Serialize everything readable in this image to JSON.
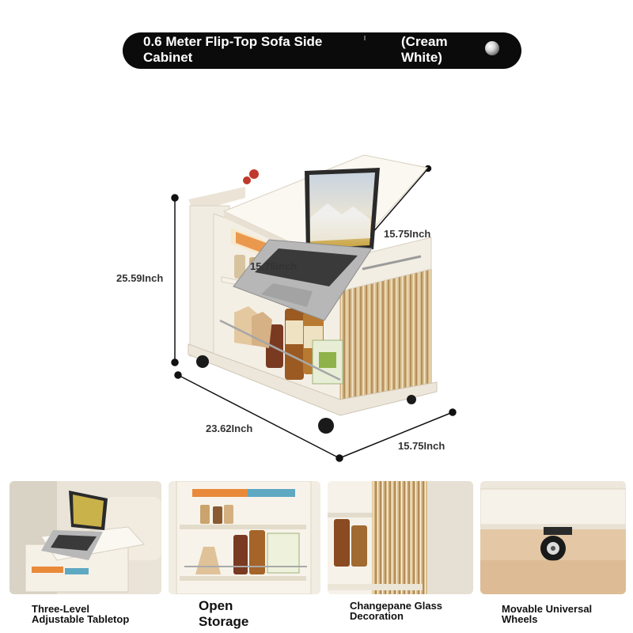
{
  "header": {
    "title": "0.6 Meter Flip-Top Sofa Side Cabinet",
    "color": "(Cream White)"
  },
  "dimensions": {
    "height": "25.59Inch",
    "width": "23.62Inch",
    "depth": "15.75Inch",
    "top_depth": "15.75Inch",
    "top_width": "15.75Inch"
  },
  "features": [
    {
      "label": "Three-Level Adjustable Tabletop"
    },
    {
      "label": "Open Storage"
    },
    {
      "label": "Changepane Glass Decoration"
    },
    {
      "label": "Movable Universal Wheels"
    }
  ],
  "icons": {
    "color_swatch": "pearl-dot-icon"
  },
  "colors": {
    "pill": "#0b0b0b",
    "cabinet": "#f1ece1",
    "glass": "#c8a26a"
  }
}
